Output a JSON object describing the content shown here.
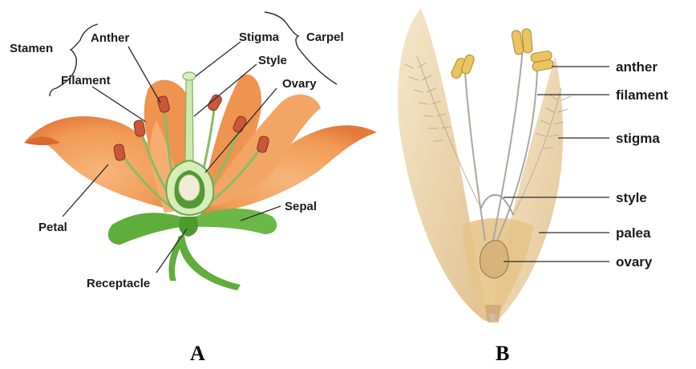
{
  "figure_a": {
    "caption": "A",
    "labels": {
      "stamen": "Stamen",
      "anther": "Anther",
      "filament": "Filament",
      "stigma": "Stigma",
      "style": "Style",
      "carpel": "Carpel",
      "ovary": "Ovary",
      "petal": "Petal",
      "sepal": "Sepal",
      "receptacle": "Receptacle"
    }
  },
  "figure_b": {
    "caption": "B",
    "labels": {
      "anther": "anther",
      "filament": "filament",
      "stigma": "stigma",
      "style": "style",
      "palea": "palea",
      "ovary": "ovary"
    }
  },
  "colors": {
    "petal": "#f4a465",
    "petal_dark": "#e07a36",
    "sepal": "#5fae3b",
    "filament": "#8ac06a",
    "anther": "#c24a2e",
    "ovary_wall": "#d7ecb8",
    "grass_palea": "#e9cf9c",
    "grass_anther": "#e8c060"
  }
}
